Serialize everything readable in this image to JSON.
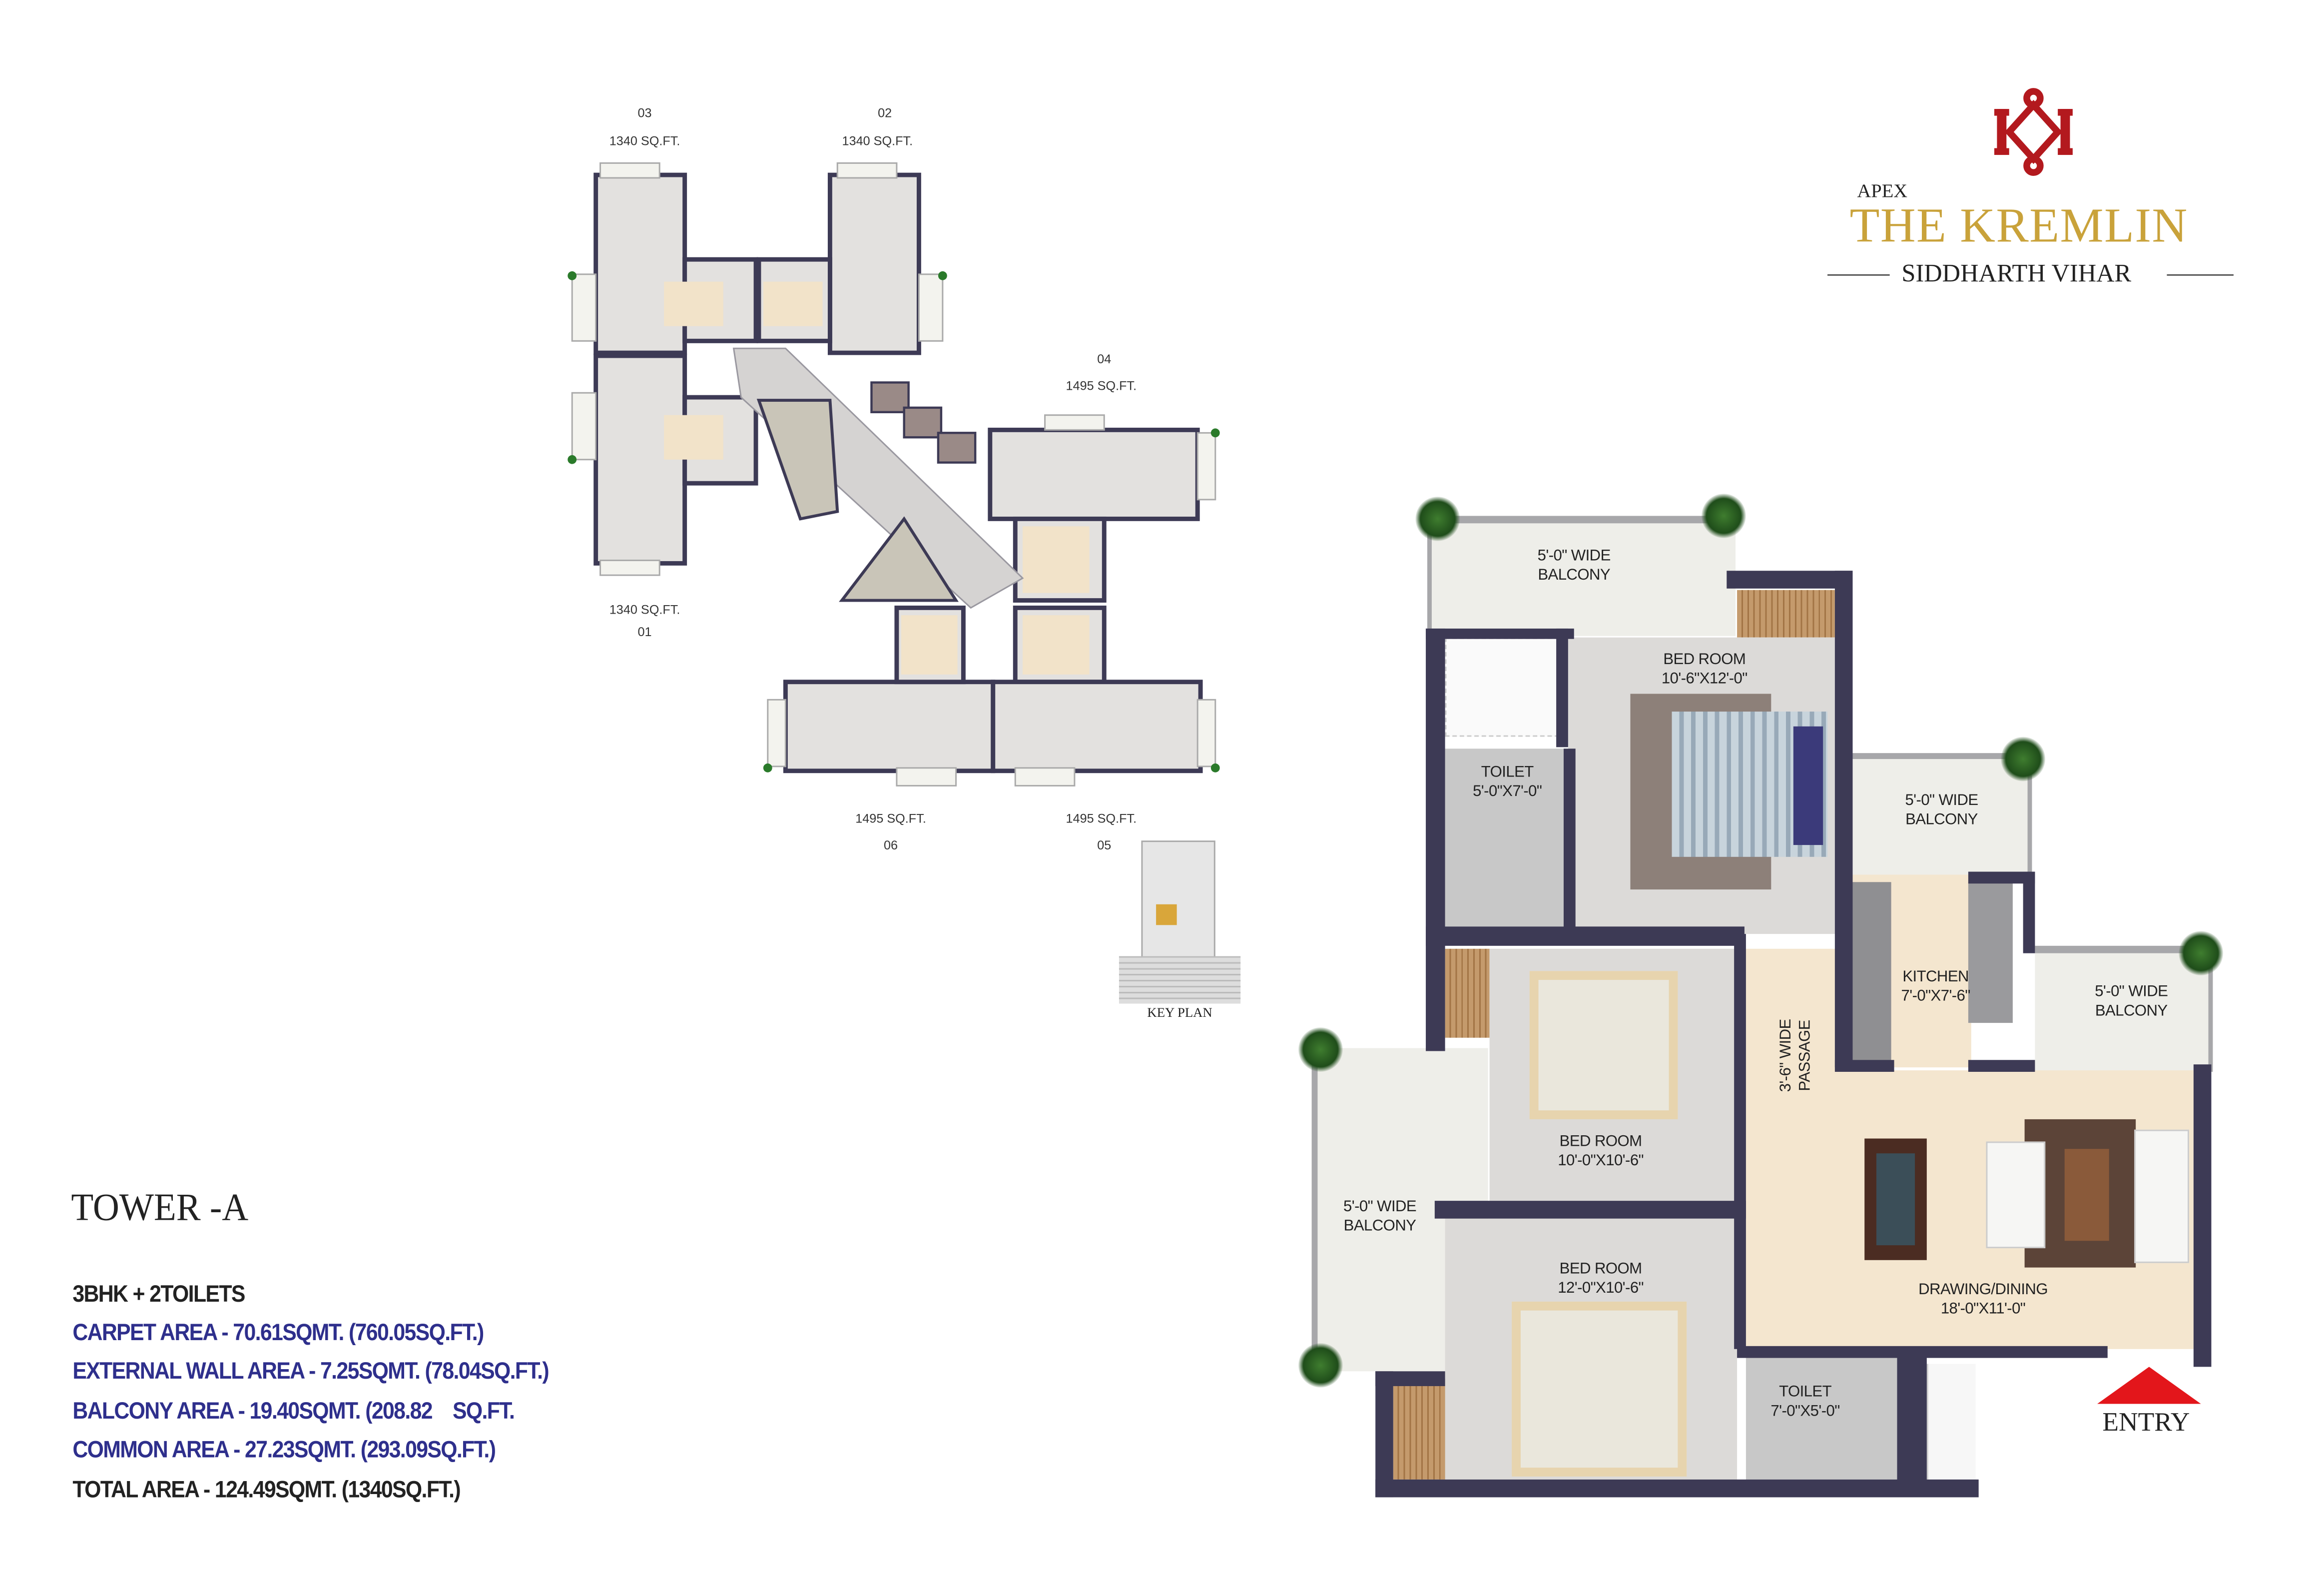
{
  "brand": {
    "apex": "APEX",
    "name": "THE KREMLIN",
    "location": "SIDDHARTH VIHAR",
    "logo_color": "#b3191e",
    "name_color": "#c9a23a"
  },
  "tower_plan": {
    "units": [
      {
        "number": "03",
        "area": "1340 SQ.FT."
      },
      {
        "number": "02",
        "area": "1340 SQ.FT."
      },
      {
        "number": "04",
        "area": "1495 SQ.FT."
      },
      {
        "number": "01",
        "area": "1340 SQ.FT."
      },
      {
        "number": "06",
        "area": "1495 SQ.FT."
      },
      {
        "number": "05",
        "area": "1495 SQ.FT."
      }
    ],
    "key_plan_label": "KEY PLAN"
  },
  "unit_plan": {
    "balcony_top": {
      "line1": "5'-0\" WIDE",
      "line2": "BALCONY"
    },
    "balcony_right": {
      "line1": "5'-0\" WIDE",
      "line2": "BALCONY"
    },
    "balcony_far_right": {
      "line1": "5'-0\" WIDE",
      "line2": "BALCONY"
    },
    "balcony_left": {
      "line1": "5'-0\" WIDE",
      "line2": "BALCONY"
    },
    "bedroom_master": {
      "name": "BED ROOM",
      "size": "10'-6\"X12'-0\""
    },
    "toilet_1": {
      "name": "TOILET",
      "size": "5'-0\"X7'-0\""
    },
    "kitchen": {
      "name": "KITCHEN",
      "size": "7'-0\"X7'-6\""
    },
    "bedroom_2": {
      "name": "BED ROOM",
      "size": "10'-0\"X10'-6\""
    },
    "bedroom_3": {
      "name": "BED ROOM",
      "size": "12'-0\"X10'-6\""
    },
    "passage": {
      "line1": "3'-6\" WIDE",
      "line2": "PASSAGE"
    },
    "drawing_dining": {
      "name": "DRAWING/DINING",
      "size": "18'-0\"X11'-0\""
    },
    "toilet_2": {
      "name": "TOILET",
      "size": "7'-0\"X5'-0\""
    },
    "entry": "ENTRY",
    "entry_color": "#e3161b"
  },
  "specs": {
    "tower": "TOWER -A",
    "type": "3BHK + 2TOILETS",
    "carpet": "CARPET AREA - 70.61SQMT. (760.05SQ.FT.)",
    "external_wall": "EXTERNAL WALL AREA - 7.25SQMT. (78.04SQ.FT.)",
    "balcony": "BALCONY AREA - 19.40SQMT. (208.82    SQ.FT.",
    "common": "COMMON AREA - 27.23SQMT. (293.09SQ.FT.)",
    "total": "TOTAL AREA - 124.49SQMT. (1340SQ.FT.)",
    "highlight_color": "#2e2f8c"
  }
}
